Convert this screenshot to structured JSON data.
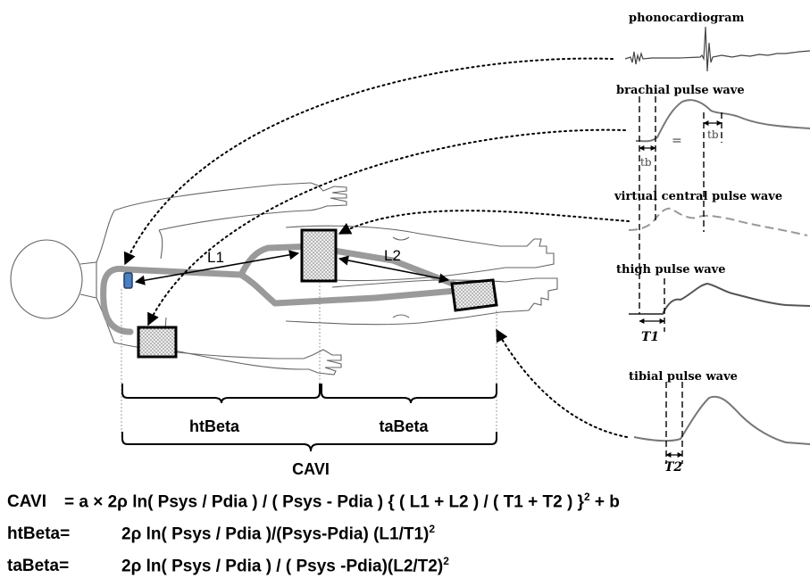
{
  "waves": {
    "phonocardiogram": "phonocardiogram",
    "brachial": "brachial pulse wave",
    "virtual_central": "virtual central pulse wave",
    "thigh": "thigh pulse wave",
    "tibial": "tibial pulse wave"
  },
  "intervals": {
    "tb": "tb",
    "T1": "T1",
    "T2": "T2"
  },
  "lengths": {
    "L1": "L1",
    "L2": "L2"
  },
  "spans": {
    "htBeta": "htBeta",
    "taBeta": "taBeta",
    "CAVI": "CAVI"
  },
  "formulas": {
    "cavi_lhs": "CAVI",
    "cavi_rhs": "= a × 2ρ ln( Psys / Pdia ) / ( Psys - Pdia ) { ( L1 + L2 ) / ( T1 + T2 ) }",
    "cavi_exp": "2",
    "cavi_tail": " + b",
    "ht_lhs": "htBeta=",
    "ht_rhs": "2ρ ln( Psys / Pdia )/(Psys-Pdia) (L1/T1)",
    "ht_exp": "2",
    "ta_lhs": "taBeta=",
    "ta_rhs": "2ρ ln( Psys / Pdia ) / ( Psys -Pdia)(L2/T2)",
    "ta_exp": "2"
  },
  "colors": {
    "artery": "#9e9e9e",
    "cuff_fill": "#e6e6e6",
    "brachial_marker": "#4a7fc0"
  }
}
